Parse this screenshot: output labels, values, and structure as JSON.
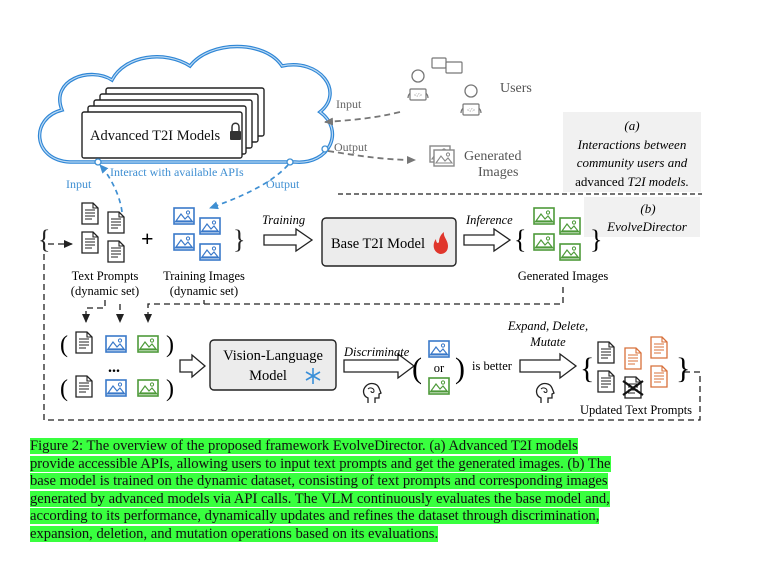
{
  "figure": {
    "cloud_label": "Advanced T2I Models",
    "users_label": "Users",
    "input_top": "Input",
    "output_top": "Output",
    "generated_top_1": "Generated",
    "generated_top_2": "Images",
    "interact_label": "Interact with available APIs",
    "input_left": "Input",
    "output_left": "Output",
    "panel_a_tag": "(a)",
    "panel_a_line1": "Interactions between",
    "panel_a_line2": "community users and",
    "panel_a_line3_prefix": "advanced ",
    "panel_a_line3_em": "T2I models.",
    "panel_b_tag": "(b)",
    "panel_b_name": "EvolveDirector",
    "training_arrow": "Training",
    "inference_arrow": "Inference",
    "base_model": "Base T2I Model",
    "text_prompts_1": "Text Prompts",
    "text_prompts_2": "(dynamic set)",
    "training_images_1": "Training Images",
    "training_images_2": "(dynamic set)",
    "generated_images": "Generated Images",
    "ellipsis": "...",
    "vlm_1": "Vision-Language",
    "vlm_2": "Model",
    "discriminate": "Discriminate",
    "or_label": "or",
    "is_better": "is better",
    "expand_1": "Expand, Delete,",
    "expand_2": "Mutate",
    "updated_prompts": "Updated Text Prompts",
    "plus": "+"
  },
  "caption": {
    "lines": [
      "Figure 2: The overview of the proposed framework EvolveDirector. (a) Advanced T2I models",
      "provide accessible APIs, allowing users to input text prompts and get the generated images. (b) The",
      "base model is trained on the dynamic dataset, consisting of text prompts and corresponding images",
      "generated by advanced models via API calls. The VLM continuously evaluates the base model and,",
      "according to its performance, dynamically updates and refines the dataset through discrimination,",
      "expansion, deletion, and mutation operations based on its evaluations."
    ]
  },
  "colors": {
    "cloud_blue": "#2e86d6",
    "api_blue": "#3f8fd2",
    "image_blue": "#3a79c9",
    "image_green": "#4e9a3a",
    "doc_orange": "#d8703a",
    "flame_red": "#e0362c",
    "highlight_green": "#39ff3f"
  }
}
